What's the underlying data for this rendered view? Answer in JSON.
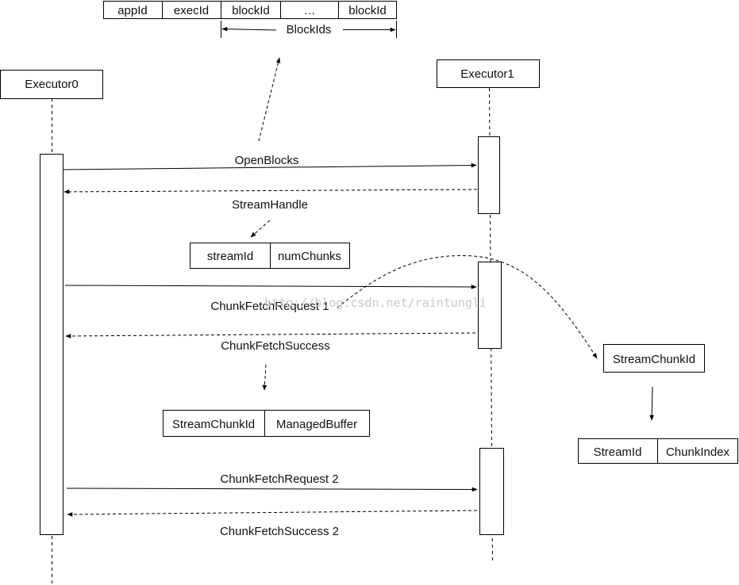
{
  "block_header": {
    "fields": [
      "appId",
      "execId",
      "blockId",
      "…",
      "blockId"
    ],
    "span_label": "BlockIds"
  },
  "participants": {
    "executor0": "Executor0",
    "executor1": "Executor1"
  },
  "messages": {
    "open_blocks": "OpenBlocks",
    "stream_handle": "StreamHandle",
    "fetch_request_1": "ChunkFetchRequest  1",
    "fetch_success_1": "ChunkFetchSuccess",
    "fetch_request_2": "ChunkFetchRequest 2",
    "fetch_success_2": "ChunkFetchSuccess 2"
  },
  "stream_handle_fields": [
    "streamId",
    "numChunks"
  ],
  "fetch_success_fields": [
    "StreamChunkId",
    "ManagedBuffer"
  ],
  "stream_chunk_id": {
    "title": "StreamChunkId",
    "fields": [
      "StreamId",
      "ChunkIndex"
    ]
  },
  "watermark": "http://blog.csdn.net/raintungli"
}
